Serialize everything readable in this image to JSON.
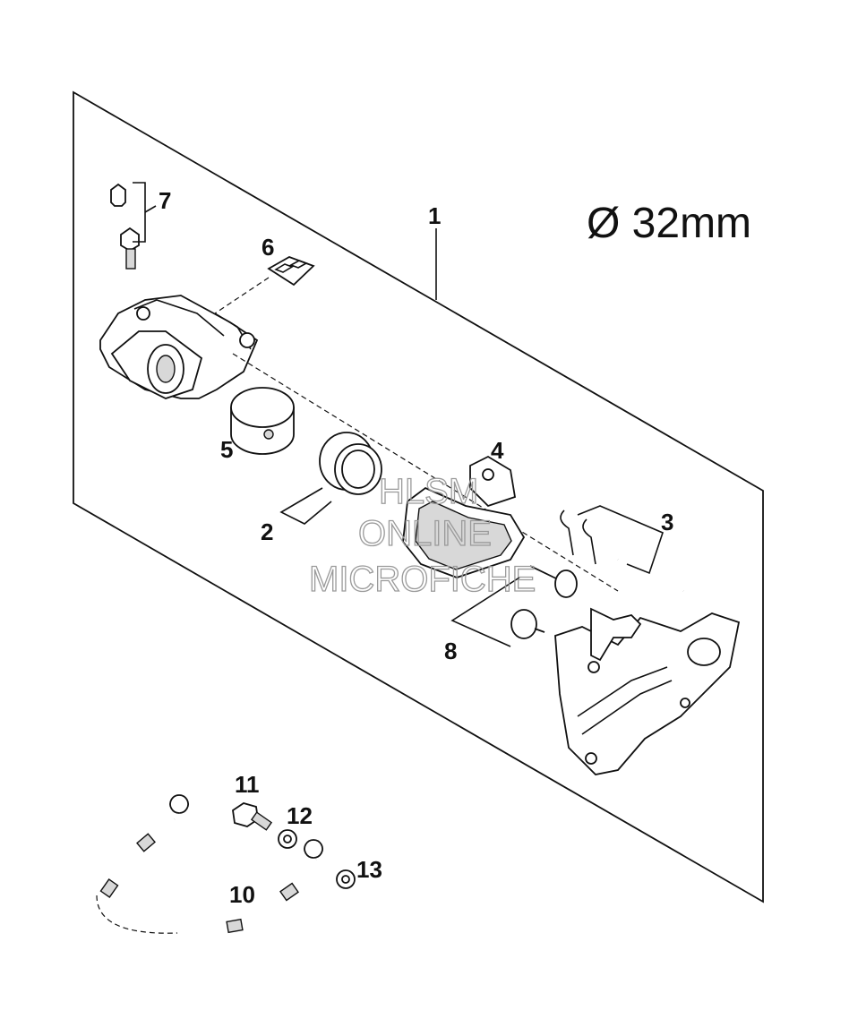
{
  "diagram": {
    "diameter_label": "Ø 32mm",
    "watermark": [
      "HLSM",
      "ONLINE",
      "MICROFICHE"
    ],
    "callouts": {
      "c1": "1",
      "c2": "2",
      "c3": "3",
      "c4": "4",
      "c5": "5",
      "c6": "6",
      "c7": "7",
      "c8": "8",
      "c10": "10",
      "c11": "11",
      "c12": "12",
      "c13": "13"
    }
  }
}
